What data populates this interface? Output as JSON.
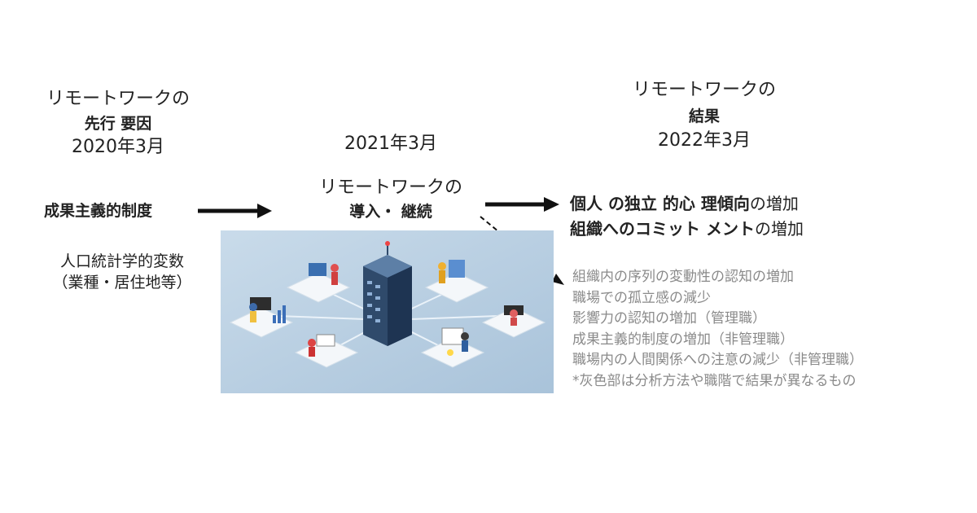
{
  "antecedent": {
    "heading": "リモートワークの",
    "heading_bold": "先行 要因",
    "date": "2020年3月",
    "factor1": "成果主義的制度",
    "factor2_line1": "人口統計学的変数",
    "factor2_line2": "（業種・居住地等）"
  },
  "adoption": {
    "date": "2021年3月",
    "heading": "リモートワークの",
    "heading_bold": "導入・ 継続"
  },
  "outcome": {
    "heading": "リモートワークの",
    "heading_bold": "結果",
    "date": "2022年3月",
    "result1_bold": "個人 の独立 的心 理傾向",
    "result1_suffix": "の増加",
    "result2_bold": "組織へのコミット メント",
    "result2_suffix": "の増加",
    "gray_results": [
      "組織内の序列の変動性の認知の増加",
      "職場での孤立感の減少",
      "影響力の認知の増加（管理職）",
      "成果主義的制度の増加（非管理職）",
      "職場内の人間関係への注意の減少（非管理職）"
    ],
    "note": "*灰色部は分析方法や職階で結果が異なるもの"
  },
  "colors": {
    "text": "#222222",
    "gray_text": "#8a8a8a",
    "illustration_bg": "#b8cfe2",
    "arrow": "#111111"
  }
}
